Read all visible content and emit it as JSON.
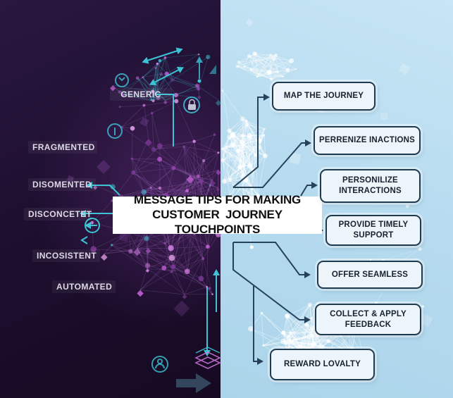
{
  "title": {
    "line1": "MESSAGE TIPS FOR MAKING",
    "line2": "CUSTOMER JOURNEY TOUCHPOINTS"
  },
  "left_labels": [
    "GENERIC",
    "FRAGMENTED",
    "DISOMENTED",
    "DISCONCETET",
    "INCOSISTENT",
    "AUTOMATED"
  ],
  "right_labels": [
    "MAP THE JOURNEY",
    "PERRENIZE INACTIONS",
    "PERSONILIZE INTERACTIONS",
    "PROVIDE TIMELY SUPPORT",
    "OFFER SEAMLESS",
    "COLLECT & APPLY FEEDBACK",
    "REWARD LOVALTY"
  ],
  "colors": {
    "left_background": "#1e0f30",
    "right_background": "#b5daee",
    "accent_cyan": "#3ec3d4",
    "accent_pink": "#cf76dc",
    "connector_navy": "#26425a",
    "box_fill": "#edf4fa",
    "box_border": "#1e3a4f",
    "title_background": "#ffffff",
    "left_particle_colors": [
      "#c45fd6",
      "#9a44b4",
      "#d883e8",
      "#3ec3d4",
      "#e0a0ea",
      "#7a3a96"
    ],
    "right_particle_color": "#ffffff"
  }
}
